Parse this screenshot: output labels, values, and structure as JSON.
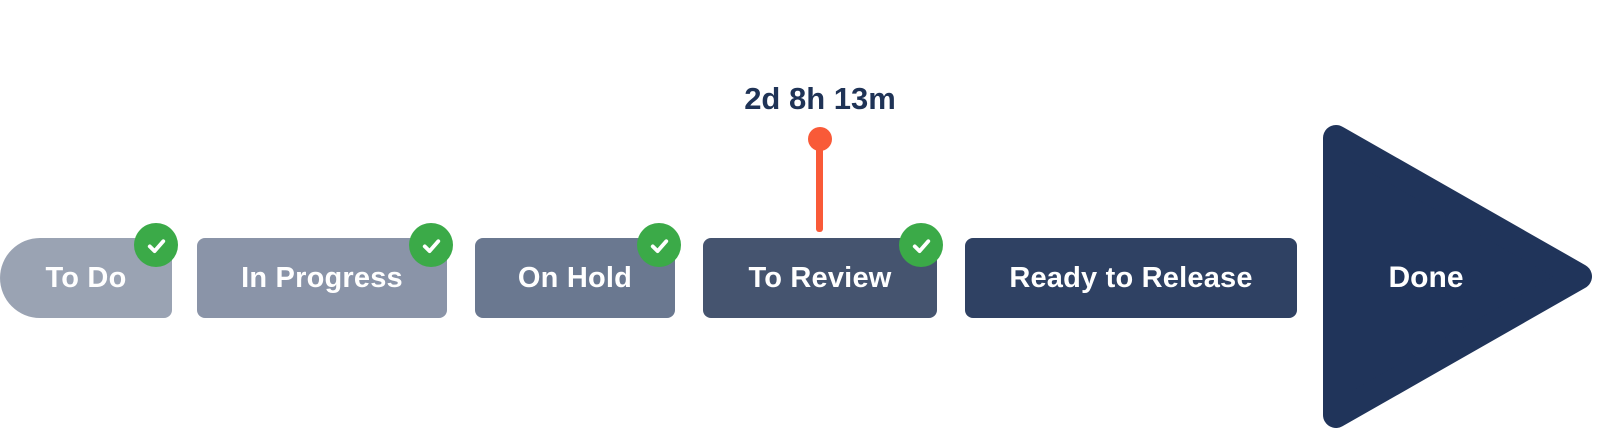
{
  "annotation": {
    "label": "2d 8h 13m",
    "text_color": "#1F3356",
    "pin_color": "#F95A38",
    "attached_stage": "To Review",
    "icon": "pin-icon"
  },
  "stages": [
    {
      "label": "To Do",
      "completed": true,
      "color": "#9AA3B3"
    },
    {
      "label": "In Progress",
      "completed": true,
      "color": "#8A94A8"
    },
    {
      "label": "On Hold",
      "completed": true,
      "color": "#6A7890"
    },
    {
      "label": "To Review",
      "completed": true,
      "color": "#45546F"
    },
    {
      "label": "Ready to Release",
      "completed": false,
      "color": "#2F4163"
    },
    {
      "label": "Done",
      "completed": false,
      "color": "#20345A"
    }
  ],
  "badge": {
    "icon": "check-icon",
    "color": "#3BAA48",
    "check_color": "#FFFFFF"
  },
  "label_color": "#FFFFFF"
}
